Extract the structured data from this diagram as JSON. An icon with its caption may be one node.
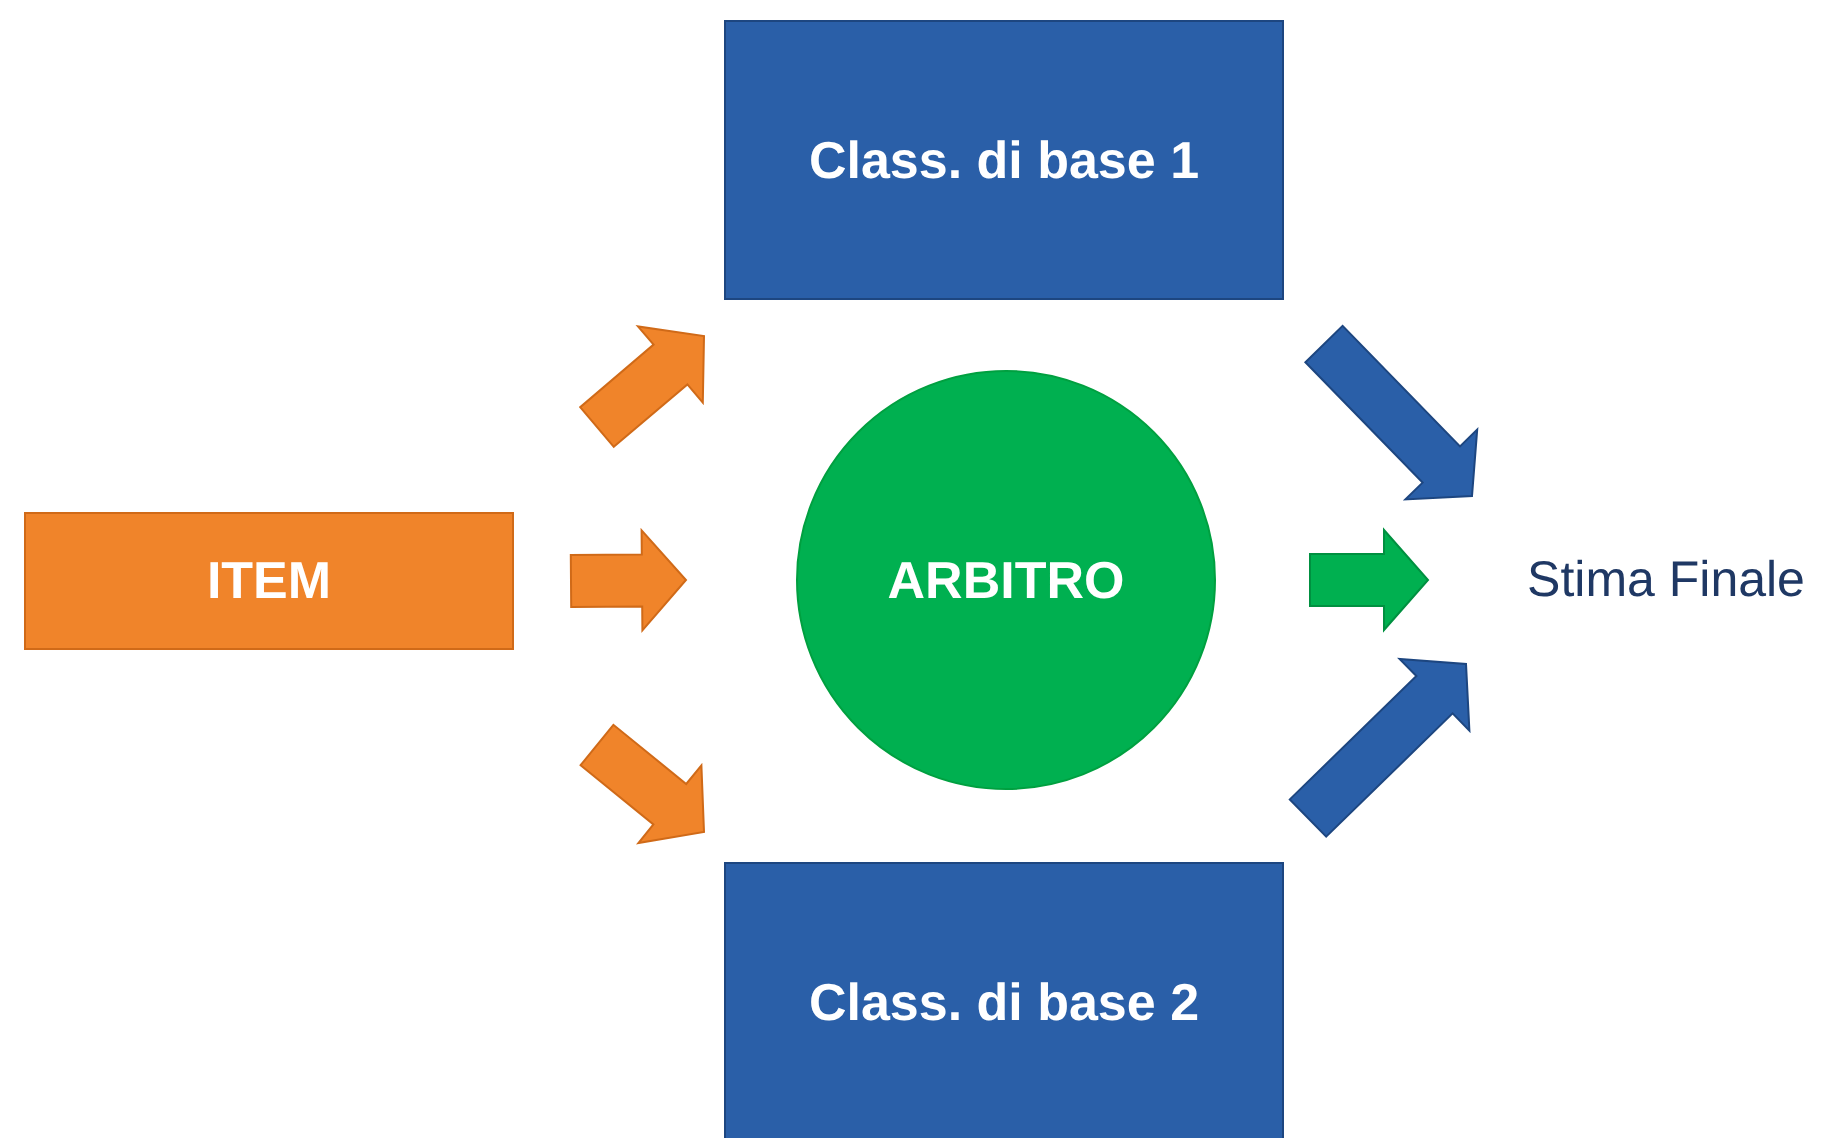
{
  "diagram": {
    "nodes": [
      {
        "text": [
          "ITEM"
        ]
      },
      {
        "text": [
          "Class. di base 1"
        ]
      },
      {
        "text": [
          "ARBITRO"
        ]
      },
      {
        "text": [
          "Class. di base 2"
        ]
      },
      {
        "text": [
          "Stima Finale"
        ]
      }
    ],
    "edges": [
      {
        "from": 0,
        "to": 1,
        "arrow": "to"
      },
      {
        "from": 0,
        "to": 2,
        "arrow": "to"
      },
      {
        "from": 0,
        "to": 3,
        "arrow": "to"
      },
      {
        "from": 1,
        "to": 4,
        "arrow": "to",
        "color": "#2a5fa8"
      },
      {
        "from": 2,
        "to": 4,
        "arrow": "to",
        "color": "#00b050"
      },
      {
        "from": 3,
        "to": 4,
        "arrow": "to",
        "color": "#2a5fa8"
      }
    ]
  }
}
